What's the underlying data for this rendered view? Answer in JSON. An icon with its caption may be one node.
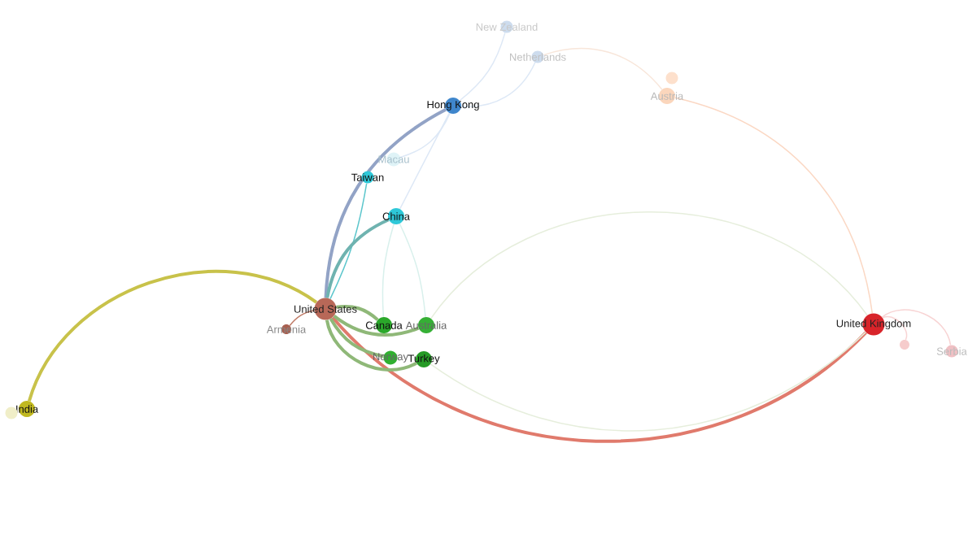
{
  "diagram": {
    "nodes": [
      {
        "text": [
          "New Zealand"
        ]
      },
      {
        "text": [
          "Netherlands"
        ]
      },
      {
        "text": [
          "Austria"
        ]
      },
      {
        "text": [
          "Hong Kong"
        ]
      },
      {
        "text": [
          "Macau"
        ]
      },
      {
        "text": [
          "Taiwan"
        ]
      },
      {
        "text": [
          "China"
        ]
      },
      {
        "text": [
          "United States"
        ]
      },
      {
        "text": [
          "Armenia"
        ]
      },
      {
        "text": [
          "Canada"
        ]
      },
      {
        "text": [
          "Australia"
        ]
      },
      {
        "text": [
          "Norway"
        ]
      },
      {
        "text": [
          "Turkey"
        ]
      },
      {
        "text": [
          "United Kingdom"
        ]
      },
      {
        "text": [],
        "shape": "circle"
      },
      {
        "text": [
          "Serbia"
        ]
      },
      {
        "text": [
          "India"
        ]
      },
      {
        "text": [],
        "shape": "circle"
      },
      {
        "text": [],
        "shape": "circle"
      }
    ],
    "edges": [
      {
        "from": 16,
        "to": 7,
        "arrow": "none",
        "style": "thick",
        "color": "#c8c24a"
      },
      {
        "from": 7,
        "to": 13,
        "arrow": "none",
        "style": "thick",
        "color": "#e07a6c"
      },
      {
        "from": 7,
        "to": 3,
        "arrow": "none",
        "style": "thick",
        "color": "#92a3c6"
      },
      {
        "from": 7,
        "to": 5,
        "arrow": "none",
        "color": "#5cc6cc"
      },
      {
        "from": 7,
        "to": 6,
        "arrow": "none",
        "style": "thick",
        "color": "#6fb3b0"
      },
      {
        "from": 7,
        "to": 8,
        "arrow": "none",
        "color": "#c07c68"
      },
      {
        "from": 7,
        "to": 9,
        "arrow": "none",
        "style": "thick",
        "color": "#8fb878"
      },
      {
        "from": 7,
        "to": 11,
        "arrow": "none",
        "style": "thick",
        "color": "#8fb878"
      },
      {
        "from": 7,
        "to": 10,
        "arrow": "none",
        "style": "thick",
        "color": "#8fb878"
      },
      {
        "from": 7,
        "to": 12,
        "arrow": "none",
        "style": "thick",
        "color": "#8fb878"
      },
      {
        "from": 3,
        "to": 0,
        "arrow": "none",
        "color": "#dde8f6"
      },
      {
        "from": 3,
        "to": 1,
        "arrow": "none",
        "color": "#dde8f6"
      },
      {
        "from": 3,
        "to": 4,
        "arrow": "none",
        "color": "#dde8f6"
      },
      {
        "from": 3,
        "to": 6,
        "arrow": "none",
        "color": "#dde8f6"
      },
      {
        "from": 1,
        "to": 2,
        "arrow": "none",
        "color": "#f8e6da"
      },
      {
        "from": 2,
        "to": 13,
        "arrow": "none",
        "color": "#fbd8c4"
      },
      {
        "from": 10,
        "to": 13,
        "arrow": "none",
        "color": "#e6eedc"
      },
      {
        "from": 12,
        "to": 13,
        "arrow": "none",
        "color": "#e6eedc"
      },
      {
        "from": 6,
        "to": 9,
        "arrow": "none",
        "color": "#d8f0ec"
      },
      {
        "from": 6,
        "to": 10,
        "arrow": "none",
        "color": "#d8f0ec"
      },
      {
        "from": 13,
        "to": 14,
        "arrow": "none",
        "color": "#f8d4d4"
      },
      {
        "from": 13,
        "to": 15,
        "arrow": "none",
        "color": "#f8d4d4"
      }
    ]
  }
}
